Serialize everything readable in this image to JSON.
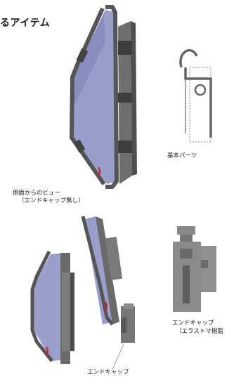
{
  "header": {
    "title": "るアイテム"
  },
  "captions": {
    "basic_parts": "基本パーツ",
    "side_view_line1": "側面からのビュー",
    "side_view_line2": "（エンドキャップ無し）",
    "end_cap_bottom": "エンドキャップ",
    "end_cap_right_line1": "エンドキャップ",
    "end_cap_right_line2": "（エラストマ樹脂"
  },
  "colors": {
    "frame": "#5a5a5a",
    "frame_light": "#8d8d8d",
    "panel": "#9a9ecb",
    "panel_dark": "#7e82b3",
    "bracket": "#6e6e6e",
    "accent": "#c8202a"
  }
}
